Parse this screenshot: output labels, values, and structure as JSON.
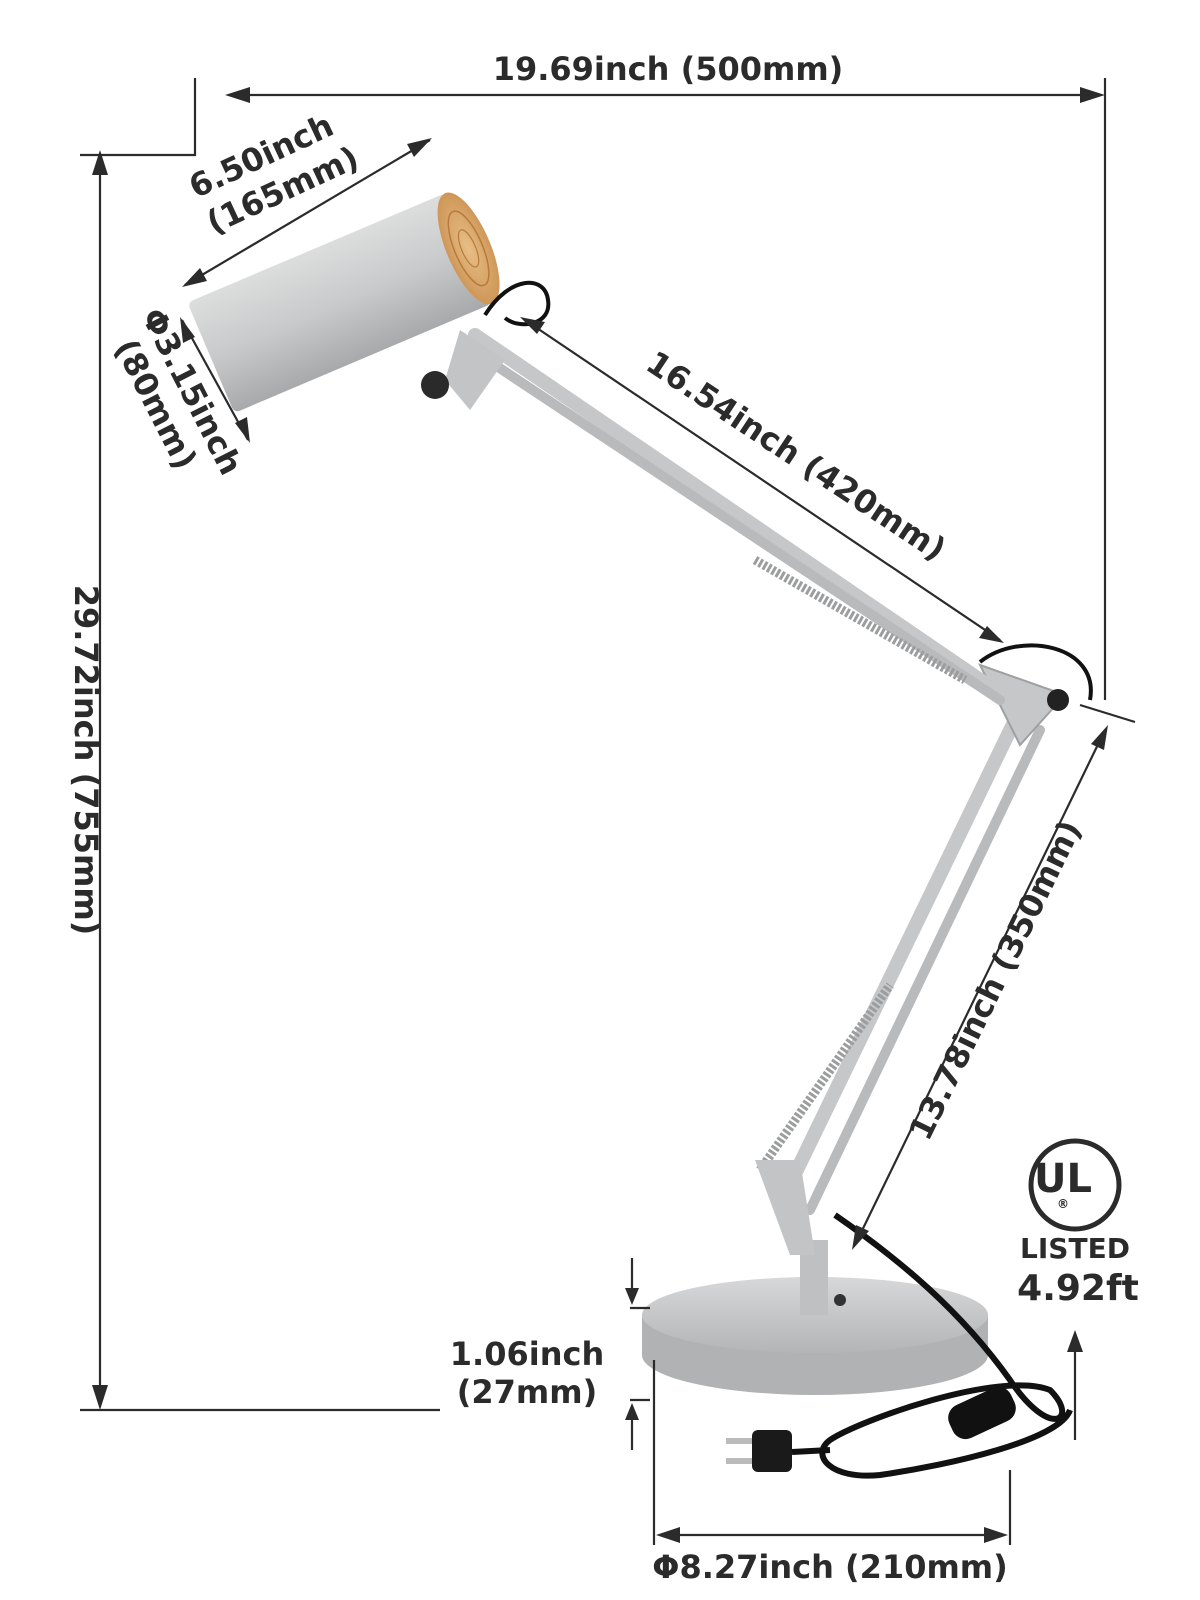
{
  "dimensions": {
    "width": "19.69inch (500mm)",
    "height": "29.72inch (755mm)",
    "shade_length_inch": "6.50inch",
    "shade_length_mm": "(165mm)",
    "shade_diameter_inch": "Φ3.15inch",
    "shade_diameter_mm": "(80mm)",
    "upper_arm": "16.54inch (420mm)",
    "lower_arm": "13.78inch (350mm)",
    "base_height_inch": "1.06inch",
    "base_height_mm": "(27mm)",
    "base_diameter": "Φ8.27inch (210mm)",
    "cord_length": "4.92ft"
  },
  "certification": {
    "mark_letters": "UL",
    "registered": "®",
    "label": "LISTED"
  },
  "colors": {
    "lamp_body": "#c9cacb",
    "lamp_shadow": "#a9aaab",
    "wood": "#d9a86a",
    "cord": "#111111",
    "line": "#2b2b2b"
  }
}
